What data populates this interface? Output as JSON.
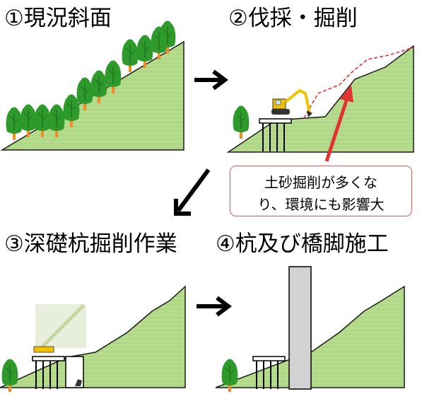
{
  "panels": [
    {
      "id": 1,
      "label": "①現況斜面"
    },
    {
      "id": 2,
      "label": "②伐採・掘削"
    },
    {
      "id": 3,
      "label": "③深礎杭掘削作業"
    },
    {
      "id": 4,
      "label": "④杭及び橋脚施工"
    }
  ],
  "callout": {
    "line1": "土砂掘削が多くな",
    "line2": "り、環境にも影響大"
  },
  "colors": {
    "slope_fill": "#b5dc8c",
    "slope_stroke": "#1a1a1a",
    "tree_foliage": "#2f9a2c",
    "tree_trunk": "#f08c28",
    "excavation_outline": "#e23232",
    "arrow_red": "#e23232",
    "excavator": "#f2c200",
    "pier": "#d2d2d2",
    "callout_border": "#e65a5a"
  }
}
